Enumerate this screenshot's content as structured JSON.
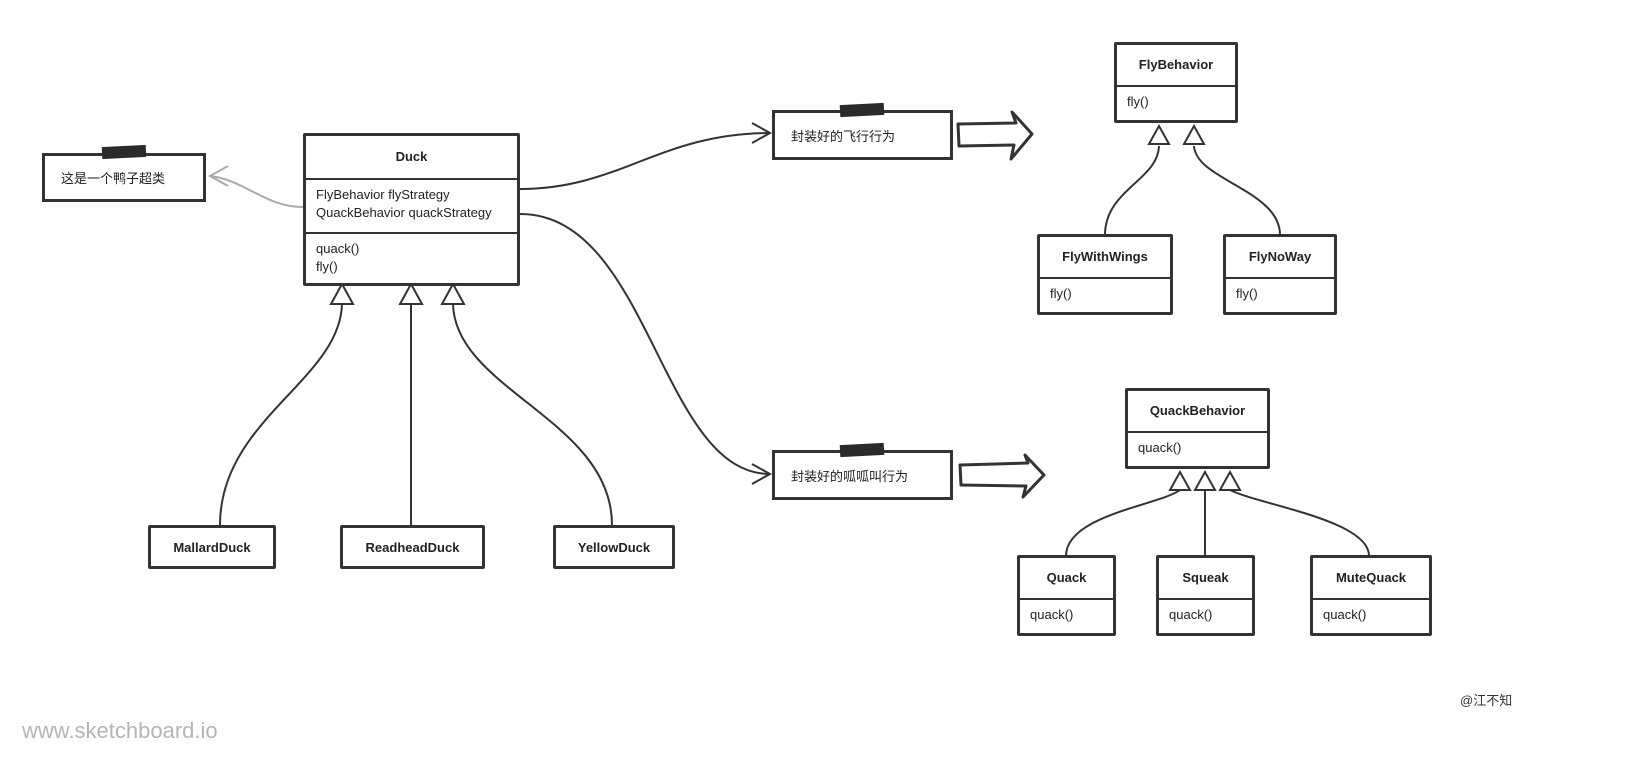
{
  "diagram": {
    "duck": {
      "title": "Duck",
      "attributes": [
        "FlyBehavior flyStrategy",
        "QuackBehavior quackStrategy"
      ],
      "methods": [
        "quack()",
        "fly()"
      ]
    },
    "note_superclass": "这是一个鸭子超类",
    "note_fly": "封装好的飞行行为",
    "note_quack": "封装好的呱呱叫行为",
    "subclasses": [
      "MallardDuck",
      "ReadheadDuck",
      "YellowDuck"
    ],
    "fly_behavior": {
      "title": "FlyBehavior",
      "method": "fly()"
    },
    "fly_impls": [
      {
        "title": "FlyWithWings",
        "method": "fly()"
      },
      {
        "title": "FlyNoWay",
        "method": "fly()"
      }
    ],
    "quack_behavior": {
      "title": "QuackBehavior",
      "method": "quack()"
    },
    "quack_impls": [
      {
        "title": "Quack",
        "method": "quack()"
      },
      {
        "title": "Squeak",
        "method": "quack()"
      },
      {
        "title": "MuteQuack",
        "method": "quack()"
      }
    ]
  },
  "credit": "@江不知",
  "watermark": "www.sketchboard.io"
}
